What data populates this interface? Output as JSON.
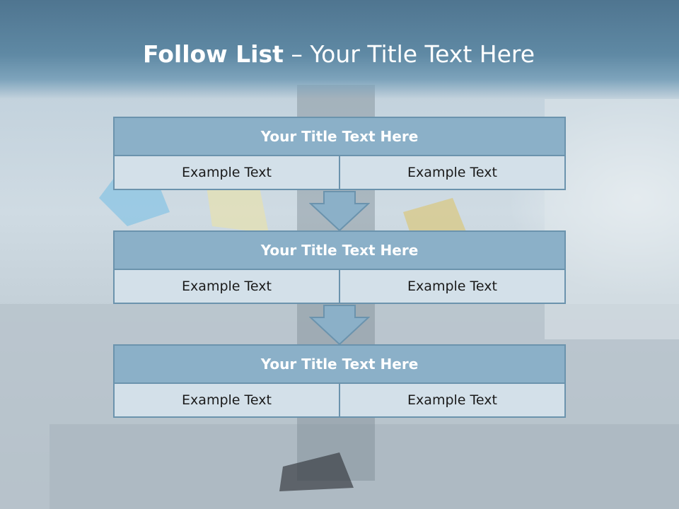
{
  "slide": {
    "title_bold": "Follow List",
    "title_rest": " – Your Title Text Here"
  },
  "steps": [
    {
      "title": "Your Title Text Here",
      "left": "Example Text",
      "right": "Example Text"
    },
    {
      "title": "Your Title Text Here",
      "left": "Example Text",
      "right": "Example Text"
    },
    {
      "title": "Your Title Text Here",
      "left": "Example Text",
      "right": "Example Text"
    }
  ],
  "colors": {
    "header": "#5f89a4",
    "box_title_fill": "#8bb0c8",
    "box_cell_fill": "#d3e0e9",
    "border": "#6b93ad"
  },
  "icons": [
    "down-arrow-icon"
  ]
}
